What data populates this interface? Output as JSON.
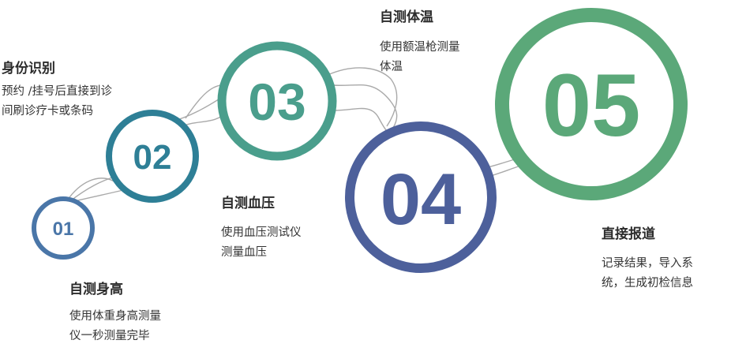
{
  "colors": {
    "step1": "#4a76a8",
    "step2": "#2e7f96",
    "step3": "#4a9e8c",
    "step4": "#4d609b",
    "step5": "#5ba879",
    "connector": "#a9a9a9"
  },
  "steps": [
    {
      "number": "01",
      "title": "自测身高",
      "desc": [
        "使用体重身高测量",
        "仪一秒测量完毕"
      ]
    },
    {
      "number": "02",
      "title": "身份识别",
      "desc": [
        "预约 /挂号后直接到诊",
        "间刷诊疗卡或条码"
      ]
    },
    {
      "number": "03",
      "title": "自测血压",
      "desc": [
        "使用血压测试仪",
        "测量血压"
      ]
    },
    {
      "number": "04",
      "title": "自测体温",
      "desc": [
        "使用额温枪测量",
        "体温"
      ]
    },
    {
      "number": "05",
      "title": "直接报道",
      "desc": [
        "记录结果，导入系",
        "统，生成初检信息"
      ]
    }
  ]
}
